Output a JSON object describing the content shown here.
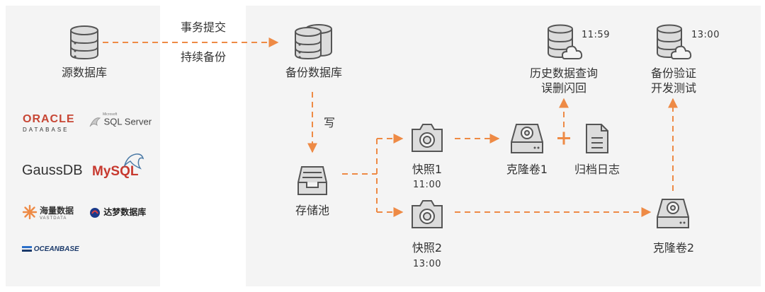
{
  "diagram": {
    "source_db": "源数据库",
    "flow_top": "事务提交",
    "flow_bottom": "持续备份",
    "backup_db": "备份数据库",
    "write": "写",
    "storage_pool": "存储池",
    "snapshot1": "快照1",
    "snapshot1_time": "11:00",
    "snapshot2": "快照2",
    "snapshot2_time": "13:00",
    "clone1": "克隆卷1",
    "plus": "+",
    "archive_log": "归档日志",
    "clone2": "克隆卷2",
    "history_line1": "历史数据查询",
    "history_line2": "误删闪回",
    "history_time": "11:59",
    "verify_line1": "备份验证",
    "verify_line2": "开发测试",
    "verify_time": "13:00"
  },
  "logos": {
    "oracle_line1": "ORACLE",
    "oracle_line2": "DATABASE",
    "sqlserver_small": "Microsoft",
    "sqlserver": "SQL Server",
    "gaussdb": "GaussDB",
    "mysql": "MySQL",
    "vastdata_cn": "海量数据",
    "vastdata_en": "VASTDATA",
    "dameng": "达梦数据库",
    "oceanbase": "OCEANBASE"
  },
  "colors": {
    "accent": "#ee8a45",
    "panel_bg": "#f4f4f4",
    "icon_fill": "#dcdcdc",
    "icon_stroke": "#555555"
  }
}
